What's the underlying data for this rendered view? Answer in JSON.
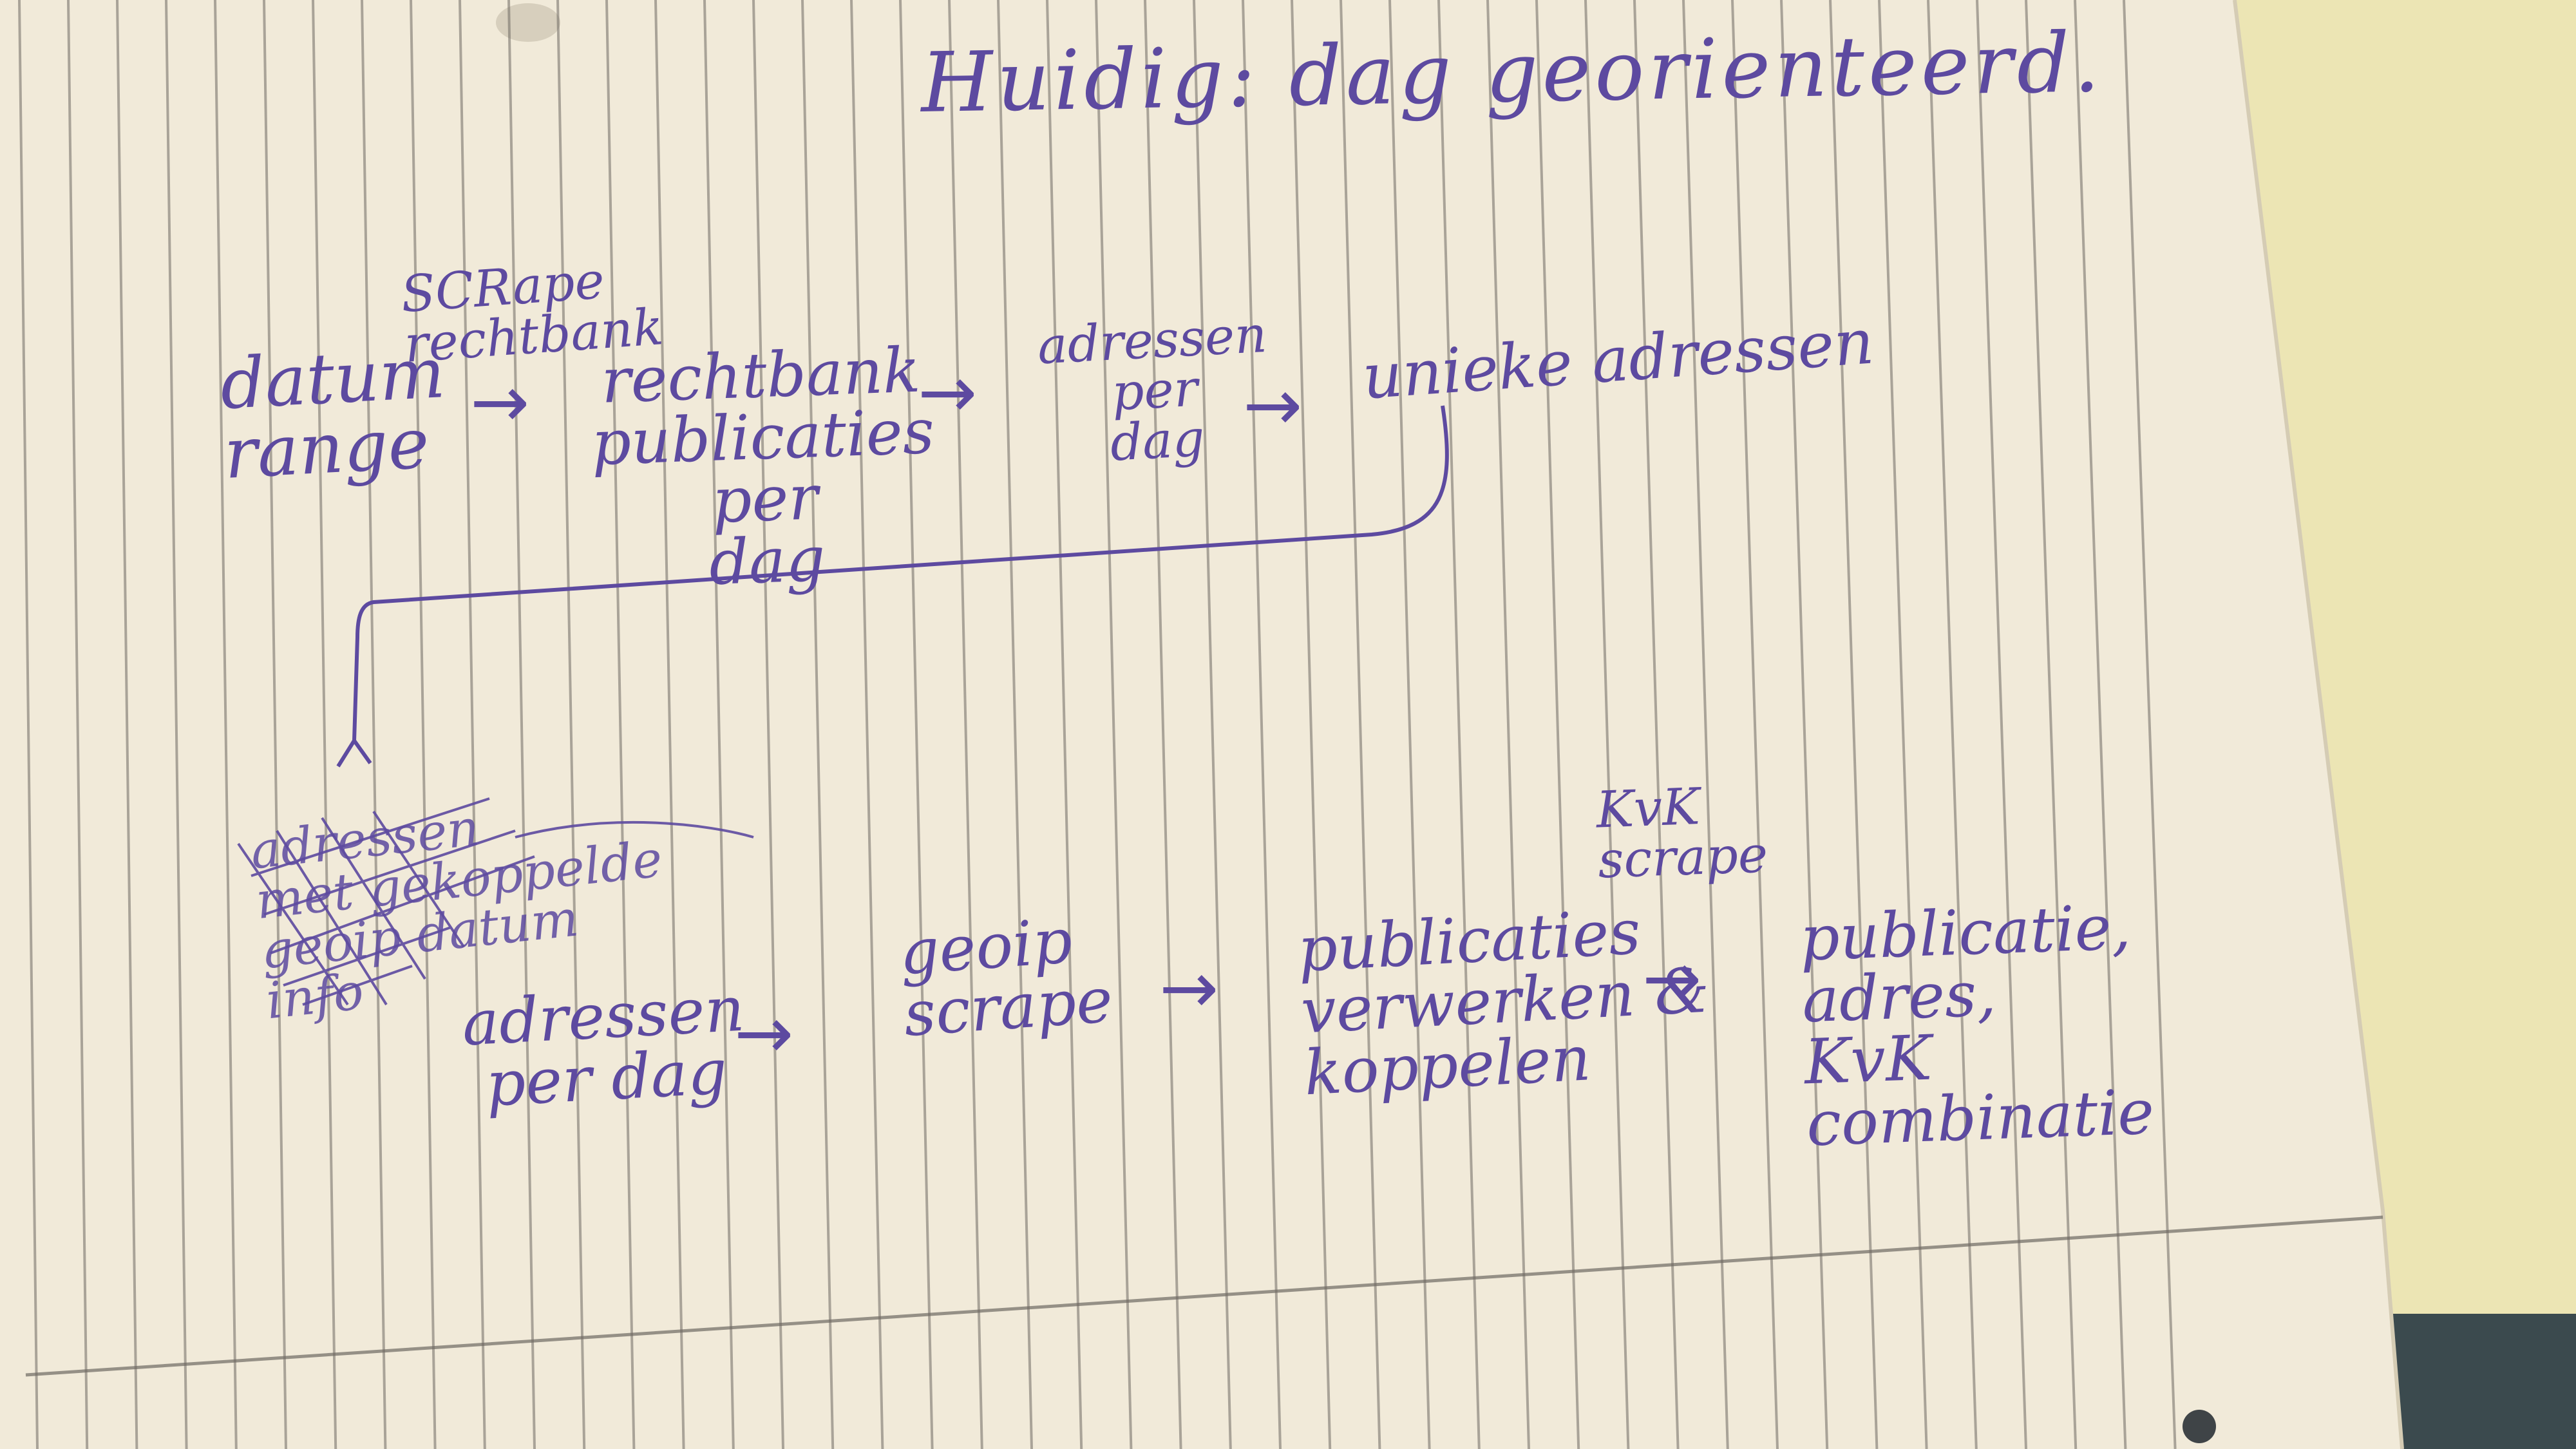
{
  "title": "Huidig: dag georienteerd.",
  "row1": {
    "scrape_label": [
      "SCRape",
      "rechtbank"
    ],
    "nodes": [
      {
        "id": "datum-range",
        "lines": [
          "datum",
          "range"
        ]
      },
      {
        "id": "rechtbank-publicaties",
        "lines": [
          "rechtbank",
          "publicaties",
          "per",
          "dag"
        ]
      },
      {
        "id": "adressen-per-dag",
        "lines": [
          "adressen",
          "per",
          "dag"
        ]
      },
      {
        "id": "unieke-adressen",
        "lines": [
          "unieke adressen"
        ]
      }
    ]
  },
  "row2": {
    "struck_text": [
      "adressen",
      "met gekoppelde",
      "geoip datum",
      "info"
    ],
    "kvk_label": [
      "KvK",
      "scrape"
    ],
    "nodes": [
      {
        "id": "adressen-per-dag-2",
        "lines": [
          "adressen",
          "per dag"
        ]
      },
      {
        "id": "geoip-scrape",
        "lines": [
          "geoip",
          "scrape"
        ]
      },
      {
        "id": "publicaties-verwerken",
        "lines": [
          "publicaties",
          "verwerken &",
          "koppelen"
        ]
      },
      {
        "id": "combinatie",
        "lines": [
          "publicatie,",
          "adres,",
          "KvK",
          "combinatie"
        ]
      }
    ]
  },
  "arrow_glyph": "→",
  "colors": {
    "ink": "#5d4aa0",
    "paper": "#f1ead9",
    "rule": "#6f6a63",
    "desk": "#3b4a4e"
  }
}
